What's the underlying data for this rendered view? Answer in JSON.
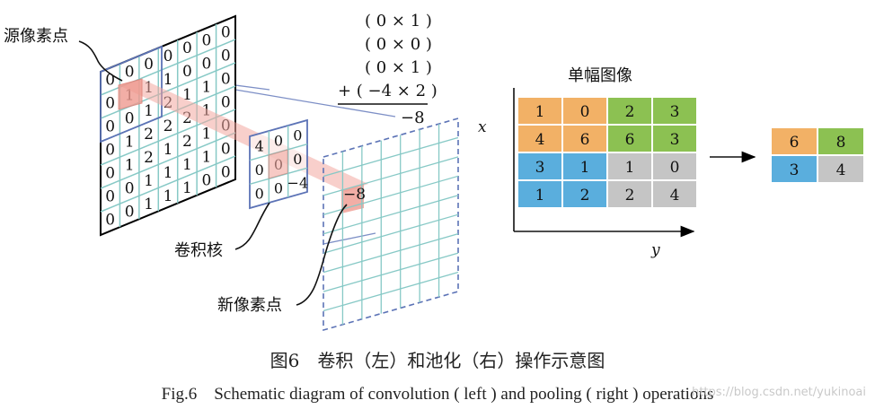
{
  "labels": {
    "source_pixel": "源像素点",
    "kernel": "卷积核",
    "new_pixel": "新像素点",
    "single_image": "单幅图像",
    "axis_x": "x",
    "axis_y": "y"
  },
  "computation": {
    "lines": [
      "( 0 × 1 )",
      "( 0 × 0 )",
      "( 0 × 1 )",
      "+ ( −4 × 2 )"
    ],
    "result": "−8"
  },
  "source_grid": [
    [
      "0",
      "0",
      "0",
      "0",
      "0",
      "0",
      "0"
    ],
    [
      "0",
      "1",
      "1",
      "1",
      "0",
      "0",
      "0"
    ],
    [
      "0",
      "0",
      "1",
      "2",
      "1",
      "1",
      "0"
    ],
    [
      "0",
      "1",
      "2",
      "2",
      "2",
      "1",
      "0"
    ],
    [
      "0",
      "1",
      "2",
      "1",
      "2",
      "1",
      "0"
    ],
    [
      "0",
      "0",
      "1",
      "1",
      "1",
      "1",
      "0"
    ],
    [
      "0",
      "0",
      "1",
      "1",
      "1",
      "0",
      "0"
    ]
  ],
  "kernel_grid": [
    [
      "4",
      "0",
      "0"
    ],
    [
      "0",
      "0",
      "0"
    ],
    [
      "0",
      "0",
      "−4"
    ]
  ],
  "output_value": "−8",
  "pooling": {
    "input": [
      [
        "1",
        "0",
        "2",
        "3"
      ],
      [
        "4",
        "6",
        "6",
        "3"
      ],
      [
        "3",
        "1",
        "1",
        "0"
      ],
      [
        "1",
        "2",
        "2",
        "4"
      ]
    ],
    "output": [
      [
        "6",
        "8"
      ],
      [
        "3",
        "4"
      ]
    ]
  },
  "colors": {
    "orange": "#f2b166",
    "green": "#8cc152",
    "blue": "#5aaedd",
    "gray": "#c5c5c5",
    "grid_teal": "#87c9c6",
    "outline_blue": "#5c73b6",
    "highlight_red": "#f2a8a0"
  },
  "caption": {
    "cn": "图6　卷积（左）和池化（右）操作示意图",
    "en": "Fig.6　Schematic diagram of convolution ( left ) and pooling ( right ) operations"
  },
  "watermark": "https://blog.csdn.net/yukinoai"
}
